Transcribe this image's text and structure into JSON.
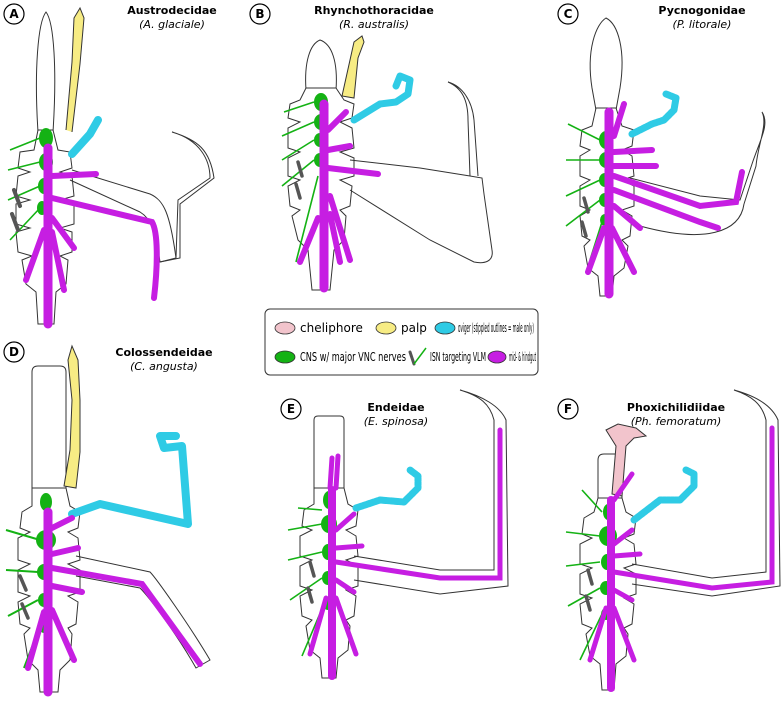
{
  "colors": {
    "cheliphore": "#f2c4cc",
    "palp": "#f7ec84",
    "oviger": "#2fcbe5",
    "cns": "#14b214",
    "gut": "#c61ee2",
    "isn": "#555555",
    "outline": "#333333"
  },
  "panels": [
    {
      "letter": "A",
      "family": "Austrodecidae",
      "species": "(A. glaciale)"
    },
    {
      "letter": "B",
      "family": "Rhynchothoracidae",
      "species": "(R. australis)"
    },
    {
      "letter": "C",
      "family": "Pycnogonidae",
      "species": "(P. litorale)"
    },
    {
      "letter": "D",
      "family": "Colossendeidae",
      "species": "(C. angusta)"
    },
    {
      "letter": "E",
      "family": "Endeidae",
      "species": "(E. spinosa)"
    },
    {
      "letter": "F",
      "family": "Phoxichilidiidae",
      "species": "(Ph. femoratum)"
    }
  ],
  "legend": {
    "cheliphore": "cheliphore",
    "palp": "palp",
    "oviger": "oviger (stippled outlines = male only)",
    "cns": "CNS w/ major VNC nerves",
    "isn": "ISN targeting VLM",
    "gut": "mid- & hindgut"
  }
}
